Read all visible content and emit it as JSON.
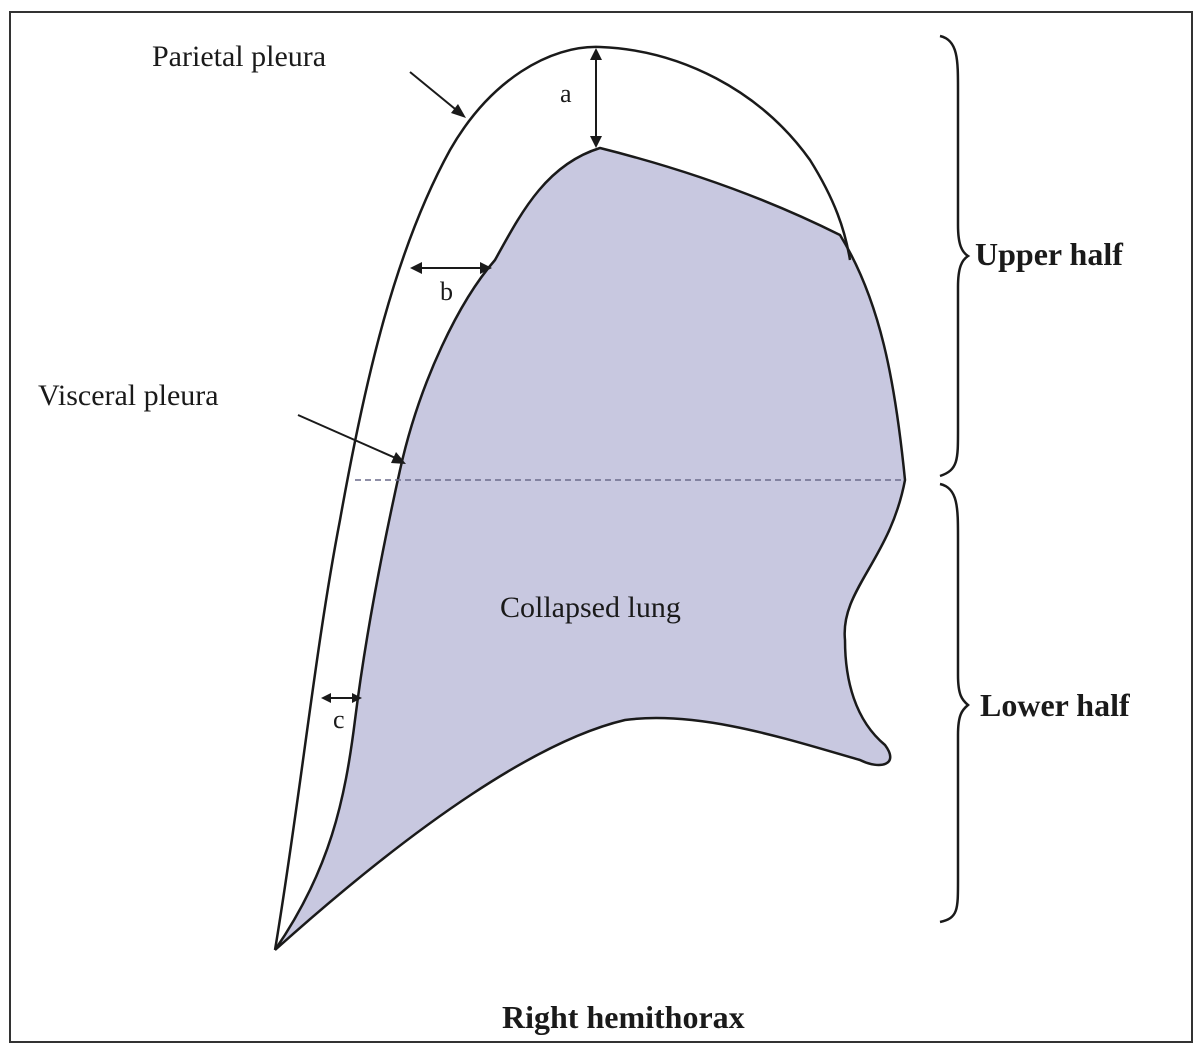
{
  "labels": {
    "parietal_pleura": "Parietal pleura",
    "visceral_pleura": "Visceral pleura",
    "collapsed_lung": "Collapsed lung",
    "upper_half": "Upper half",
    "lower_half": "Lower half",
    "right_hemithorax": "Right hemithorax",
    "measure_a": "a",
    "measure_b": "b",
    "measure_c": "c"
  },
  "colors": {
    "lung_fill": "#c8c8e0",
    "line": "#1a1a1a",
    "midline": "#6a6a8a"
  }
}
